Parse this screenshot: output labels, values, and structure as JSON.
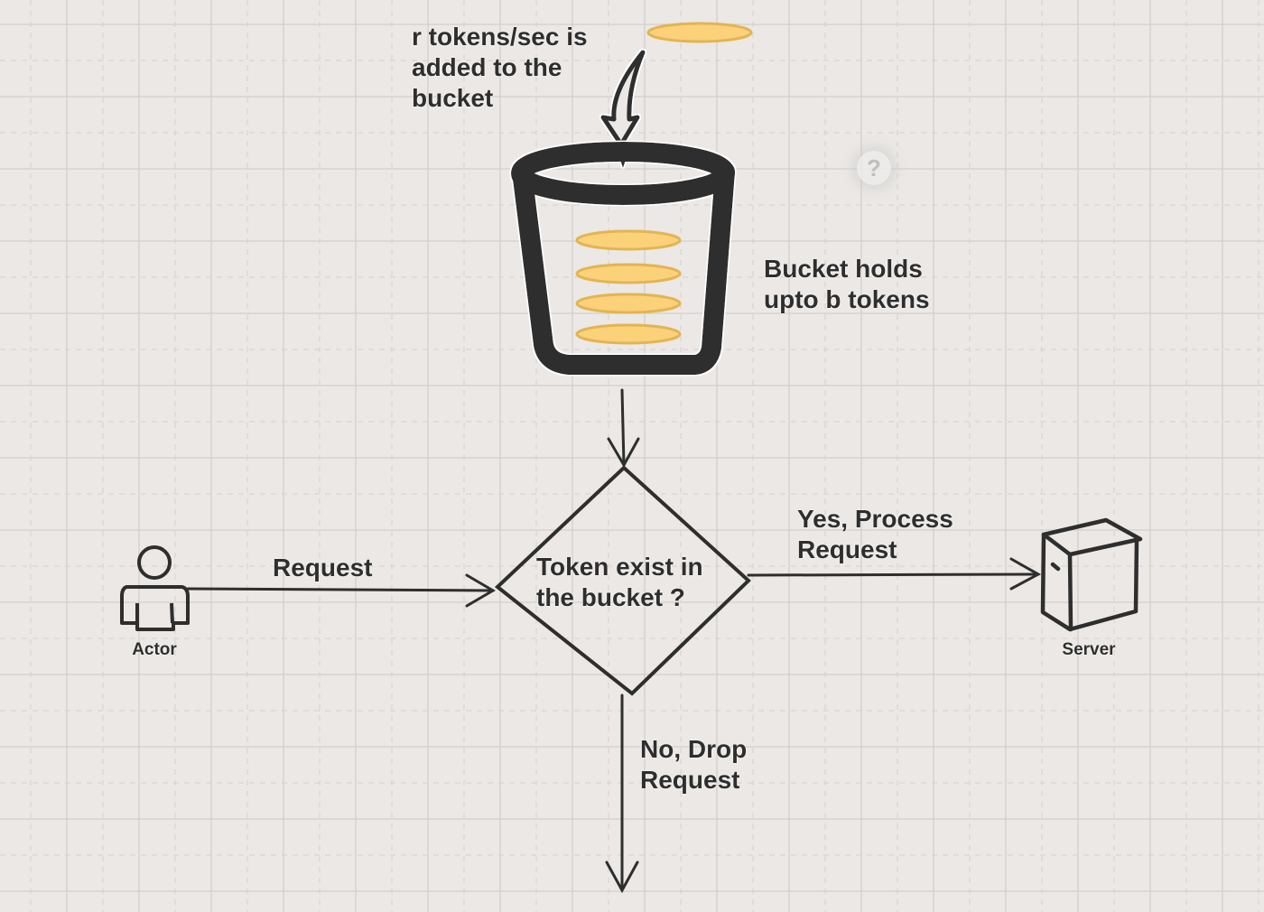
{
  "canvas": {
    "background": "#ebe8e5",
    "grid_minor_color": "#d4d1ce",
    "grid_major_color": "#d2cfcc"
  },
  "colors": {
    "stroke": "#2e2e2e",
    "token_fill": "#fbd27a",
    "token_stroke": "#e3b452"
  },
  "labels": {
    "refill": "r tokens/sec is\nadded to the\nbucket",
    "capacity": "Bucket holds\nupto b tokens",
    "decision": "Token exist in\nthe bucket ?",
    "request": "Request",
    "yes": "Yes, Process\nRequest",
    "no": "No, Drop\nRequest"
  },
  "nodes": {
    "actor": {
      "label": "Actor",
      "icon": "person-icon"
    },
    "server": {
      "label": "Server",
      "icon": "server-box-icon"
    },
    "bucket": {
      "icon": "bucket-icon",
      "tokens_inside": 4
    },
    "incoming_token": {
      "icon": "token-icon"
    }
  },
  "help_button": {
    "glyph": "?"
  }
}
